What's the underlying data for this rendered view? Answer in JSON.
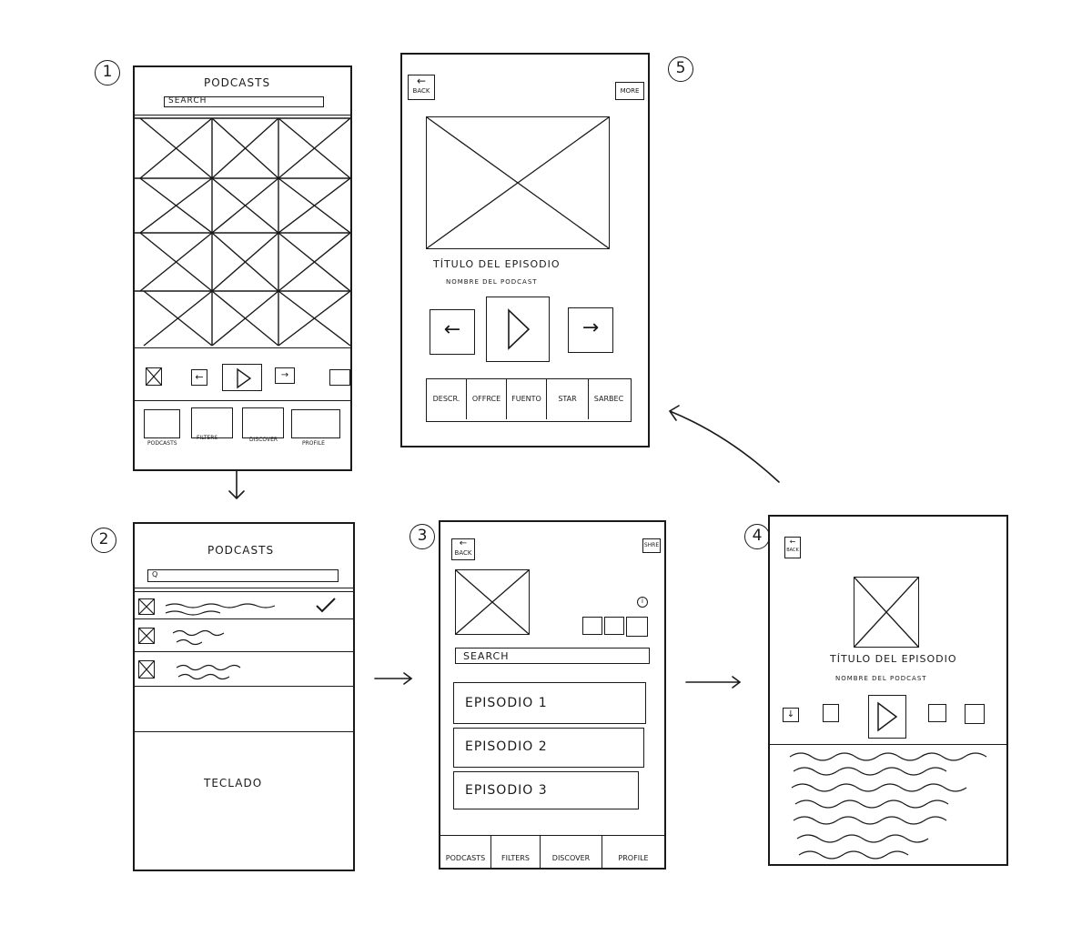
{
  "screen1": {
    "number": "1",
    "title": "PODCASTS",
    "search_placeholder": "SEARCH",
    "nav": [
      "PODCASTS",
      "FILTERS",
      "DISCOVER",
      "PROFILE"
    ]
  },
  "screen2": {
    "number": "2",
    "title": "PODCASTS",
    "search_placeholder": "Q",
    "keyboard": "TECLADO"
  },
  "screen3": {
    "number": "3",
    "back": "BACK",
    "share": "SHRE",
    "search": "SEARCH",
    "episodes": [
      "EPISODIO 1",
      "EPISODIO 2",
      "EPISODIO 3"
    ],
    "nav": [
      "PODCASTS",
      "FILTERS",
      "DISCOVER",
      "PROFILE"
    ]
  },
  "screen4": {
    "number": "4",
    "back": "BACK",
    "episode_title": "TÍTULO DEL EPISODIO",
    "podcast_name": "NOMBRE DEL PODCAST"
  },
  "screen5": {
    "number": "5",
    "back": "BACK",
    "more": "MORE",
    "episode_title": "TÍTULO DEL EPISODIO",
    "podcast_name": "NOMBRE DEL PODCAST",
    "tabs": [
      "DESCR.",
      "OFFRCE",
      "FUENTO",
      "STAR",
      "SARBEC"
    ]
  }
}
